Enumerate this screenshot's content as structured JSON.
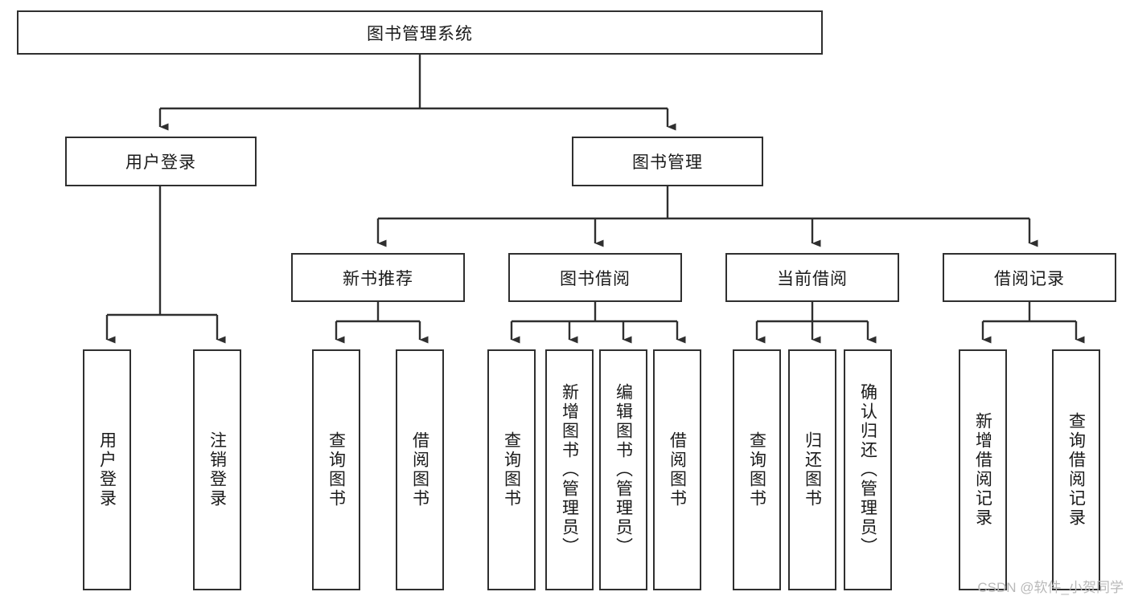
{
  "diagram": {
    "type": "tree-hierarchy",
    "title": "图书管理系统",
    "root": {
      "label": "图书管理系统"
    },
    "level2": [
      {
        "label": "用户登录"
      },
      {
        "label": "图书管理"
      }
    ],
    "level3": [
      {
        "label": "新书推荐"
      },
      {
        "label": "图书借阅"
      },
      {
        "label": "当前借阅"
      },
      {
        "label": "借阅记录"
      }
    ],
    "leaves": {
      "user_login": [
        {
          "label": "用户登录"
        },
        {
          "label": "注销登录"
        }
      ],
      "new_book_recommend": [
        {
          "label": "查询图书"
        },
        {
          "label": "借阅图书"
        }
      ],
      "book_borrow": [
        {
          "label": "查询图书"
        },
        {
          "label": "新增图书（管理员）"
        },
        {
          "label": "编辑图书（管理员）"
        },
        {
          "label": "借阅图书"
        }
      ],
      "current_borrow": [
        {
          "label": "查询图书"
        },
        {
          "label": "归还图书"
        },
        {
          "label": "确认归还（管理员）"
        }
      ],
      "borrow_record": [
        {
          "label": "新增借阅记录"
        },
        {
          "label": "查询借阅记录"
        }
      ]
    }
  },
  "watermark": {
    "text": "CSDN @软件_小贺同学"
  },
  "colors": {
    "stroke": "#2f2f2f",
    "background": "#ffffff",
    "text": "#1a1a1a",
    "watermark": "#b9b9b9"
  }
}
